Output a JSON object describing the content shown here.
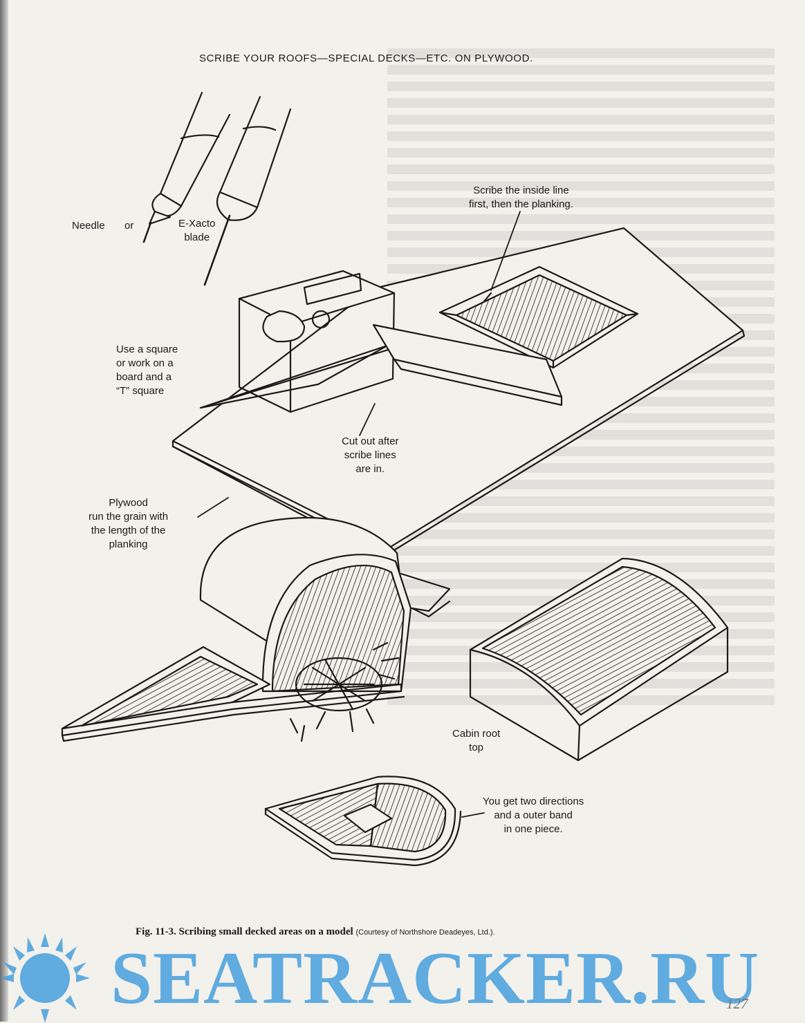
{
  "title": "SCRIBE YOUR ROOFS—SPECIAL DECKS—ETC. ON PLYWOOD.",
  "labels": {
    "needle": "Needle",
    "or": "or",
    "exacto": "E-Xacto\nblade",
    "scribe_inside": "Scribe the inside line\nfirst, then the planking.",
    "square": "Use a square\nor work on a\nboard and a\n“T” square",
    "cutout": "Cut out after\nscribe lines\nare in.",
    "plywood": "Plywood\nrun the grain with\nthe length of the\nplanking",
    "cabin_roof": "Cabin root\ntop",
    "two_directions": "You get two directions\nand a outer band\nin one piece."
  },
  "caption": {
    "text": "Fig. 11-3. Scribing small decked areas on a model",
    "credit": "(Courtesy of Northshore Deadeyes, Ltd.)."
  },
  "page_number": "127",
  "watermark": "SEATRACKER.RU",
  "colors": {
    "ink": "#1a1a1a",
    "paper": "#f3f1ec",
    "watermark": "#409bdc"
  }
}
